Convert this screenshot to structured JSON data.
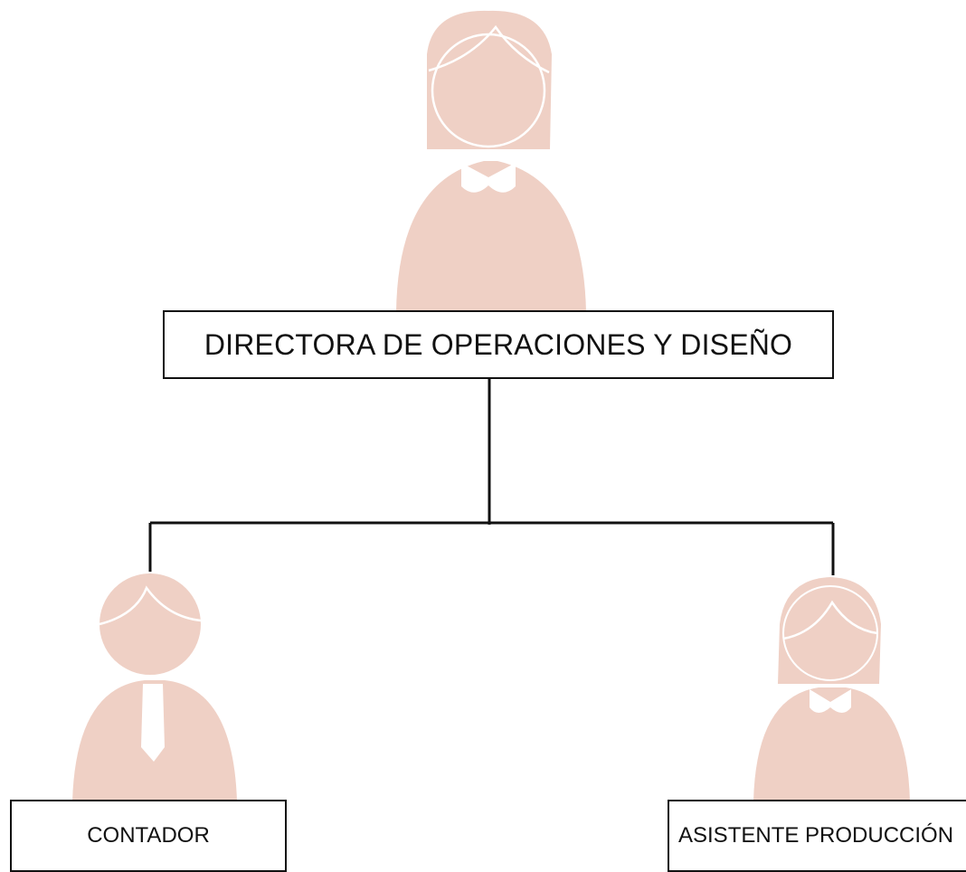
{
  "org_chart": {
    "head": {
      "title": "DIRECTORA DE OPERACIONES Y DISEÑO"
    },
    "subordinates": [
      {
        "title": "CONTADOR"
      },
      {
        "title": "ASISTENTE PRODUCCIÓN"
      }
    ]
  },
  "colors": {
    "figure_fill": "#efd0c5",
    "figure_detail": "#ffffff",
    "line": "#111111",
    "background": "#ffffff"
  },
  "icons": [
    "woman-avatar-icon",
    "man-avatar-icon",
    "woman-avatar-icon"
  ]
}
